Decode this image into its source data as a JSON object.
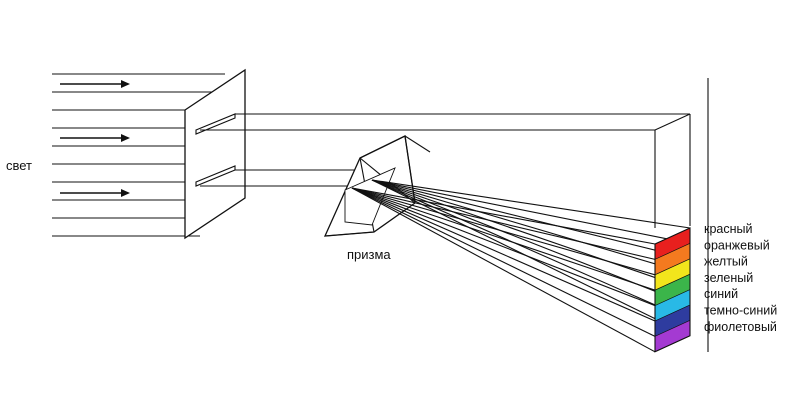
{
  "labels": {
    "light": "свет",
    "prism": "призма"
  },
  "spectrum": [
    {
      "name": "красный",
      "color": "#e8201e"
    },
    {
      "name": "оранжевый",
      "color": "#f47a1f"
    },
    {
      "name": "желтый",
      "color": "#f2e51c"
    },
    {
      "name": "зеленый",
      "color": "#3bb54a"
    },
    {
      "name": "синий",
      "color": "#29b9e6"
    },
    {
      "name": "темно-синий",
      "color": "#2e3c9f"
    },
    {
      "name": "фиолетовый",
      "color": "#a43ad2"
    }
  ]
}
